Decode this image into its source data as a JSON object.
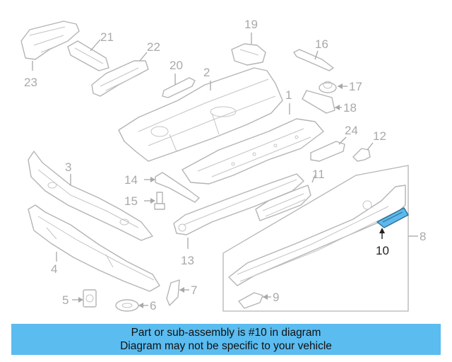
{
  "diagram": {
    "highlighted_part": "10",
    "callouts": [
      "1",
      "2",
      "3",
      "4",
      "5",
      "6",
      "7",
      "8",
      "9",
      "10",
      "11",
      "12",
      "13",
      "14",
      "15",
      "16",
      "17",
      "18",
      "19",
      "20",
      "21",
      "22",
      "23",
      "24"
    ],
    "colors": {
      "highlight_fill": "#5db9ec",
      "line_gray": "#b4b4b4",
      "banner": "#5bbcf0"
    }
  },
  "banner": {
    "line1": "Part or sub-assembly is #10 in diagram",
    "line2": "Diagram may not be specific to your vehicle"
  }
}
